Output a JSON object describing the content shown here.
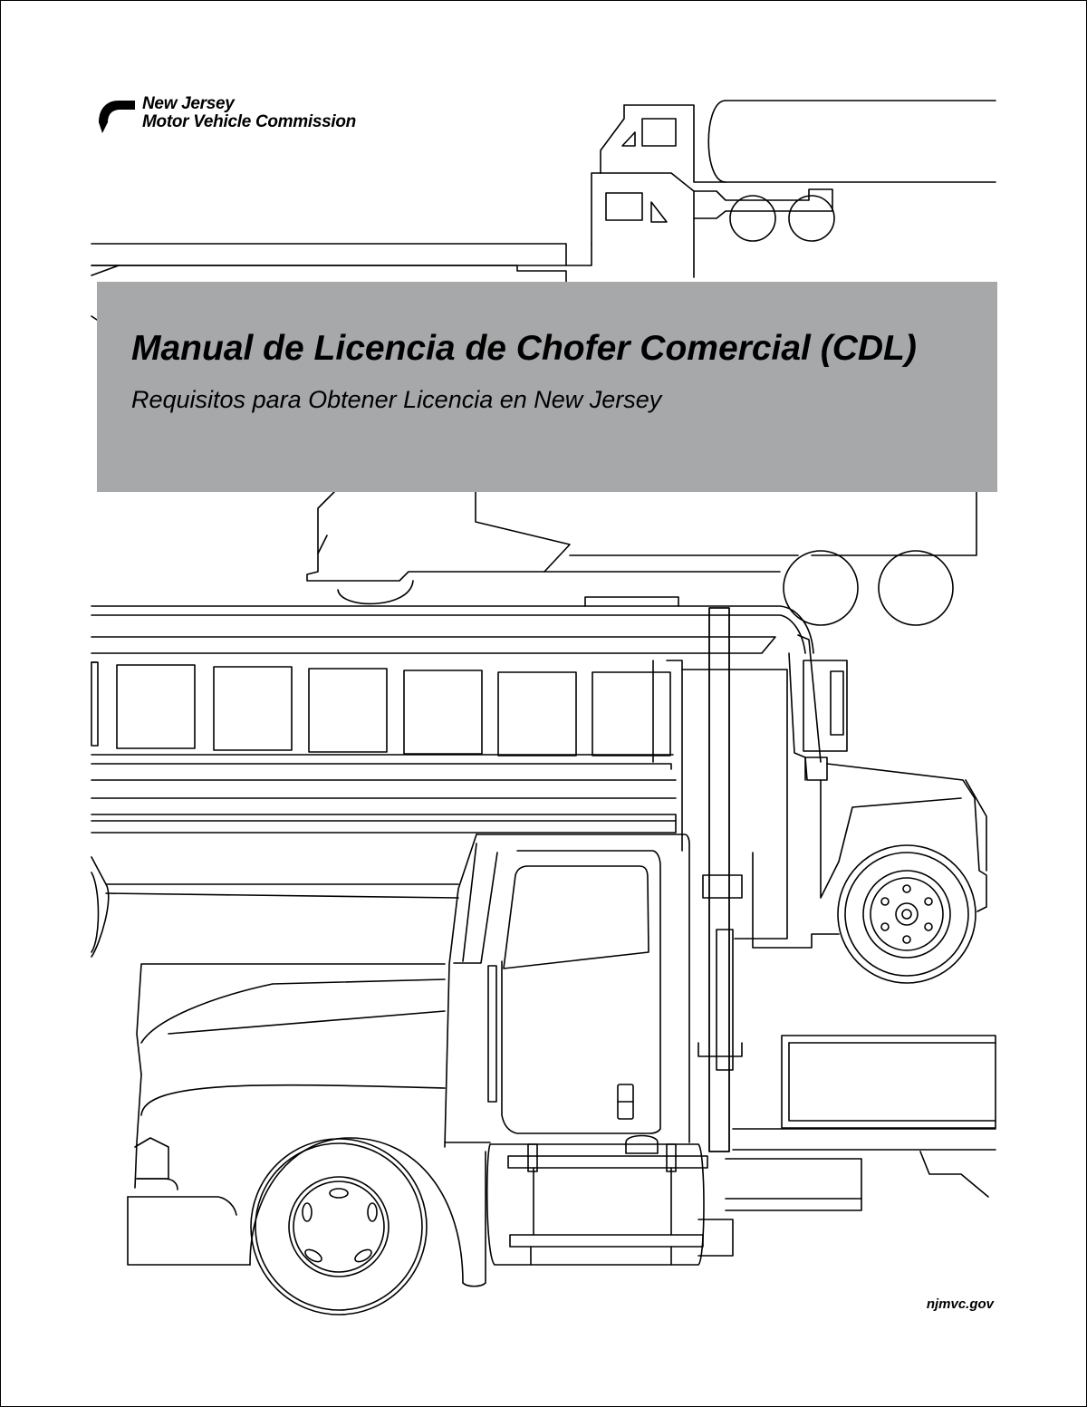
{
  "logo": {
    "line1": "New Jersey",
    "line2": "Motor Vehicle Commission",
    "mark_icon": "nj-mvc-logo-icon"
  },
  "cover": {
    "title": "Manual de Licencia de Chofer Comercial (CDL)",
    "subtitle": "Requisitos para Obtener Licencia en New Jersey",
    "banner_color": "#a7a8aa"
  },
  "footer": {
    "website": "njmvc.gov"
  },
  "illustration": {
    "subject": "line-drawing-commercial-vehicles-icon"
  }
}
